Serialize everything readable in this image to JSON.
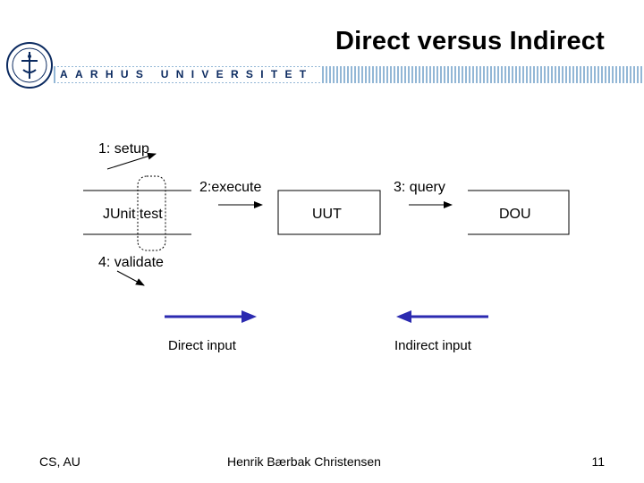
{
  "slide": {
    "title": "Direct versus Indirect"
  },
  "branding": {
    "university": "AARHUS UNIVERSITET",
    "logo_icon": "aarhus-university-seal-icon"
  },
  "diagram": {
    "junit_label": "JUnit test",
    "uut_label": "UUT",
    "dou_label": "DOU",
    "setup_label": "1: setup",
    "execute_label": "2:execute",
    "query_label": "3: query",
    "validate_label": "4: validate",
    "direct_input_label": "Direct input",
    "indirect_input_label": "Indirect input",
    "accent_color": "#2b2ab0"
  },
  "footer": {
    "left": "CS, AU",
    "center": "Henrik Bærbak Christensen",
    "page_number": "11"
  }
}
